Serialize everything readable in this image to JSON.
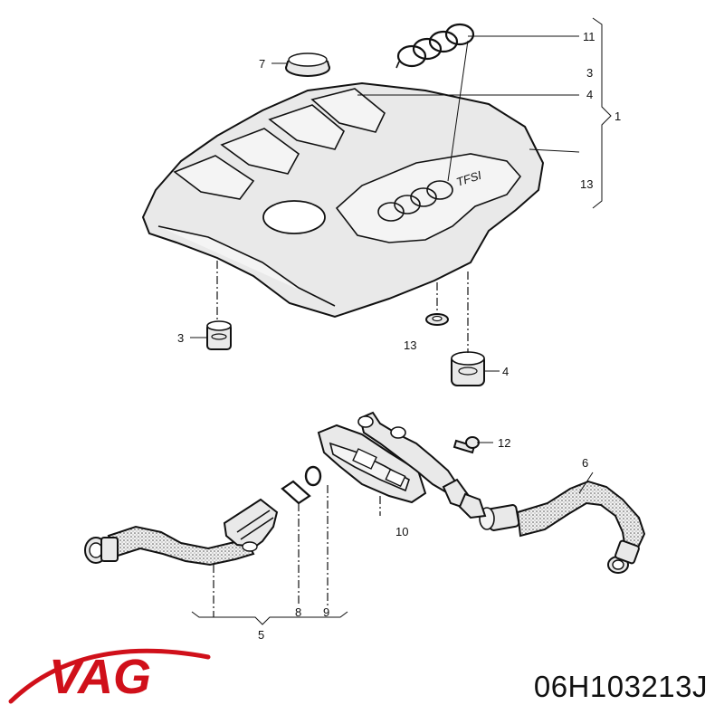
{
  "callouts": {
    "c11": "11",
    "c3a": "3",
    "c4a": "4",
    "c1": "1",
    "c13a": "13",
    "c7": "7",
    "c3b": "3",
    "c13b": "13",
    "c4b": "4",
    "c12": "12",
    "c6": "6",
    "c10": "10",
    "c8": "8",
    "c9": "9",
    "c5": "5"
  },
  "cover_text": "TFSI",
  "brand": {
    "logo_text": "VAG",
    "color": "#d0101a"
  },
  "part_number": "06H103213J"
}
